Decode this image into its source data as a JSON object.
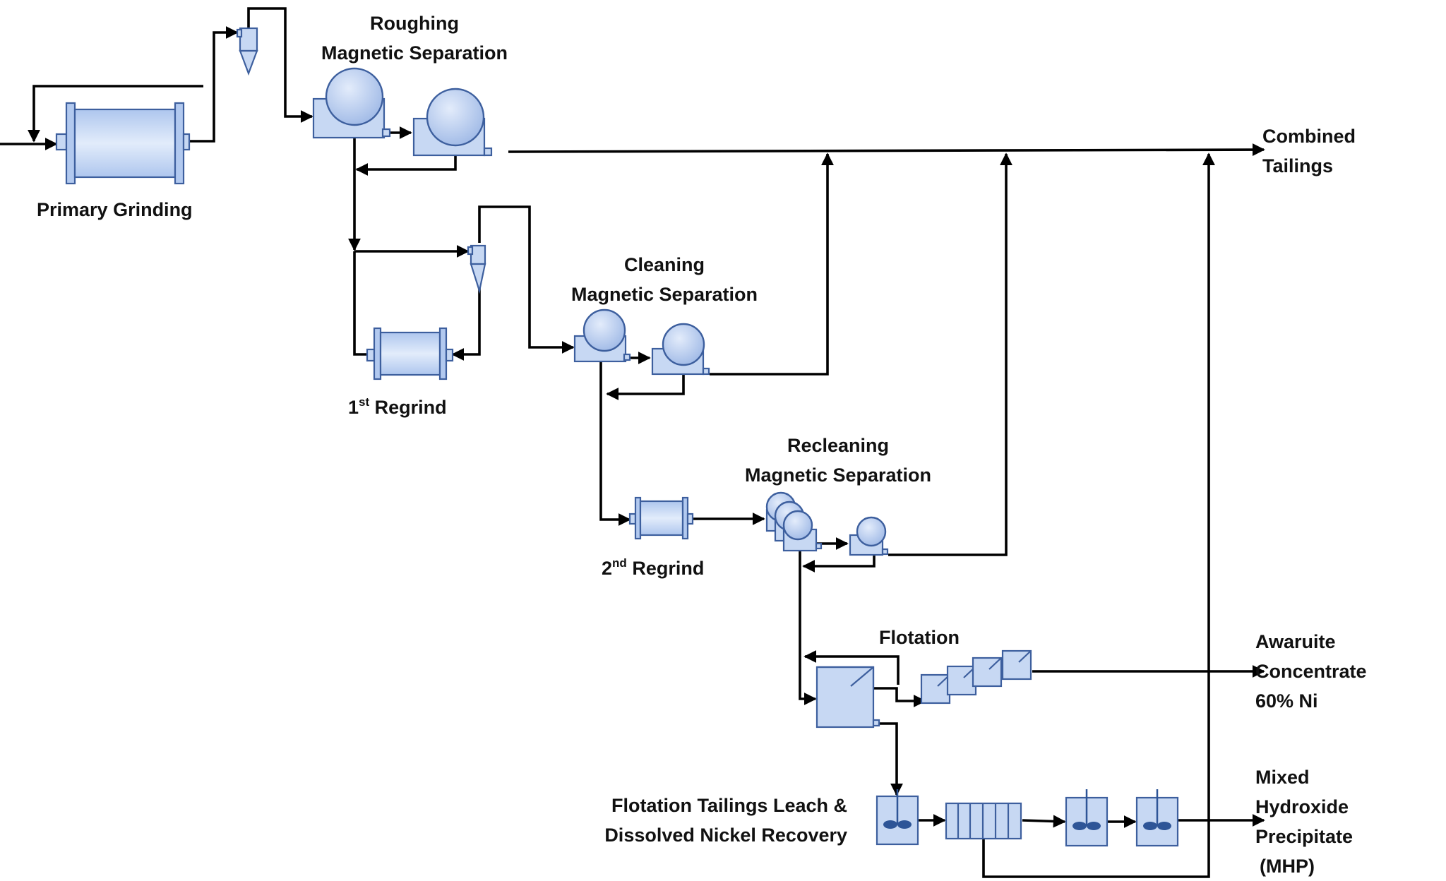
{
  "labels": {
    "primary_grinding": "Primary Grinding",
    "roughing_line1": "Roughing",
    "roughing_line2": "Magnetic Separation",
    "combined_line1": "Combined",
    "combined_line2": "Tailings",
    "regrind1_main": "1",
    "regrind1_sup": "st",
    "regrind1_tail": " Regrind",
    "cleaning_line1": "Cleaning",
    "cleaning_line2": "Magnetic Separation",
    "recleaning_line1": "Recleaning",
    "recleaning_line2": "Magnetic Separation",
    "regrind2_main": "2",
    "regrind2_sup": "nd",
    "regrind2_tail": " Regrind",
    "flotation": "Flotation",
    "awaruite_line1": "Awaruite",
    "awaruite_line2": "Concentrate",
    "awaruite_line3": "60% Ni",
    "leach_line1": "Flotation Tailings Leach &",
    "leach_line2": "Dissolved Nickel Recovery",
    "mhp_line1": "Mixed",
    "mhp_line2": "Hydroxide",
    "mhp_line3": "Precipitate",
    "mhp_line4": "(MHP)"
  },
  "colors": {
    "equipment_fill": "#c7d8f3",
    "equipment_stroke": "#3d5f9e",
    "agitator": "#2e5597",
    "line": "#000000",
    "text": "#111111"
  }
}
